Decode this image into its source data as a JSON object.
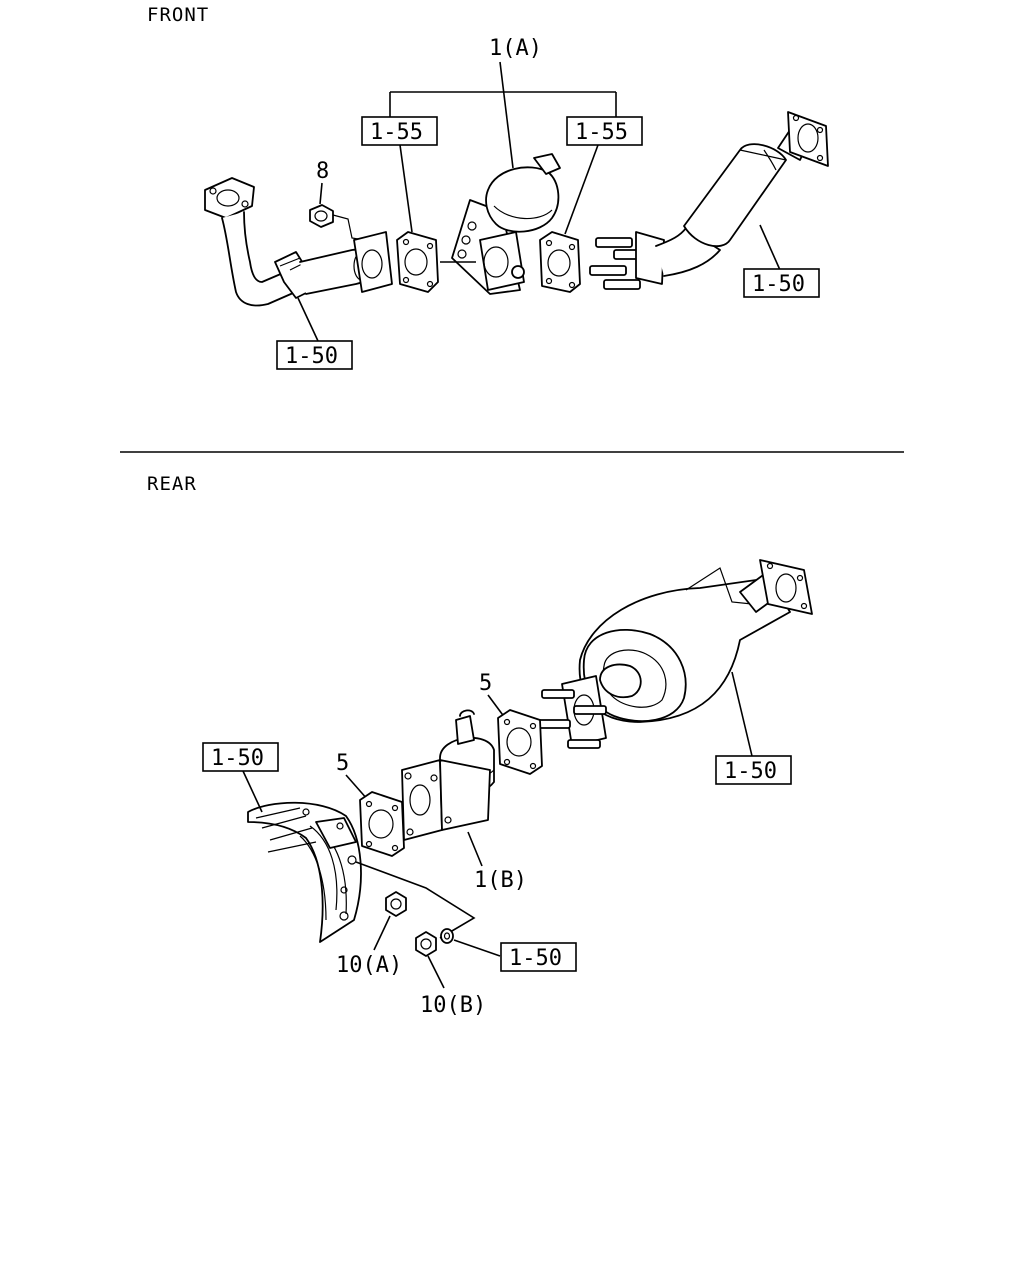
{
  "front": {
    "section_label": "FRONT",
    "callouts": {
      "part_1a": "1(A)",
      "part_8": "8"
    },
    "ref_boxes": {
      "left_gasket_ref": "1-55",
      "right_gasket_ref": "1-55",
      "rear_pipe_ref": "1-50",
      "front_pipe_ref": "1-50"
    }
  },
  "rear": {
    "section_label": "REAR",
    "callouts": {
      "gasket_right": "5",
      "gasket_left": "5",
      "part_1b": "1(B)",
      "nut_10a": "10(A)",
      "nut_10b": "10(B)"
    },
    "ref_boxes": {
      "manifold_ref": "1-50",
      "converter_ref": "1-50",
      "stud_ref": "1-50"
    }
  }
}
